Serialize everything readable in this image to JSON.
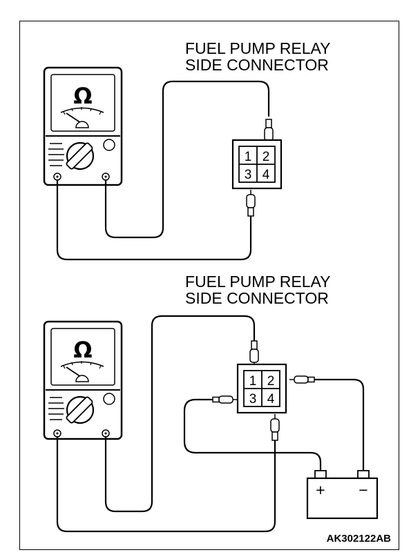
{
  "diagrams": [
    {
      "label_line1": "FUEL PUMP RELAY",
      "label_line2": "SIDE CONNECTOR",
      "meter_symbol": "Ω",
      "pins": [
        "1",
        "2",
        "3",
        "4"
      ]
    },
    {
      "label_line1": "FUEL PUMP RELAY",
      "label_line2": "SIDE CONNECTOR",
      "meter_symbol": "Ω",
      "pins": [
        "1",
        "2",
        "3",
        "4"
      ],
      "battery_positive": "+",
      "battery_negative": "−"
    }
  ],
  "figure_code": "AK302122AB"
}
